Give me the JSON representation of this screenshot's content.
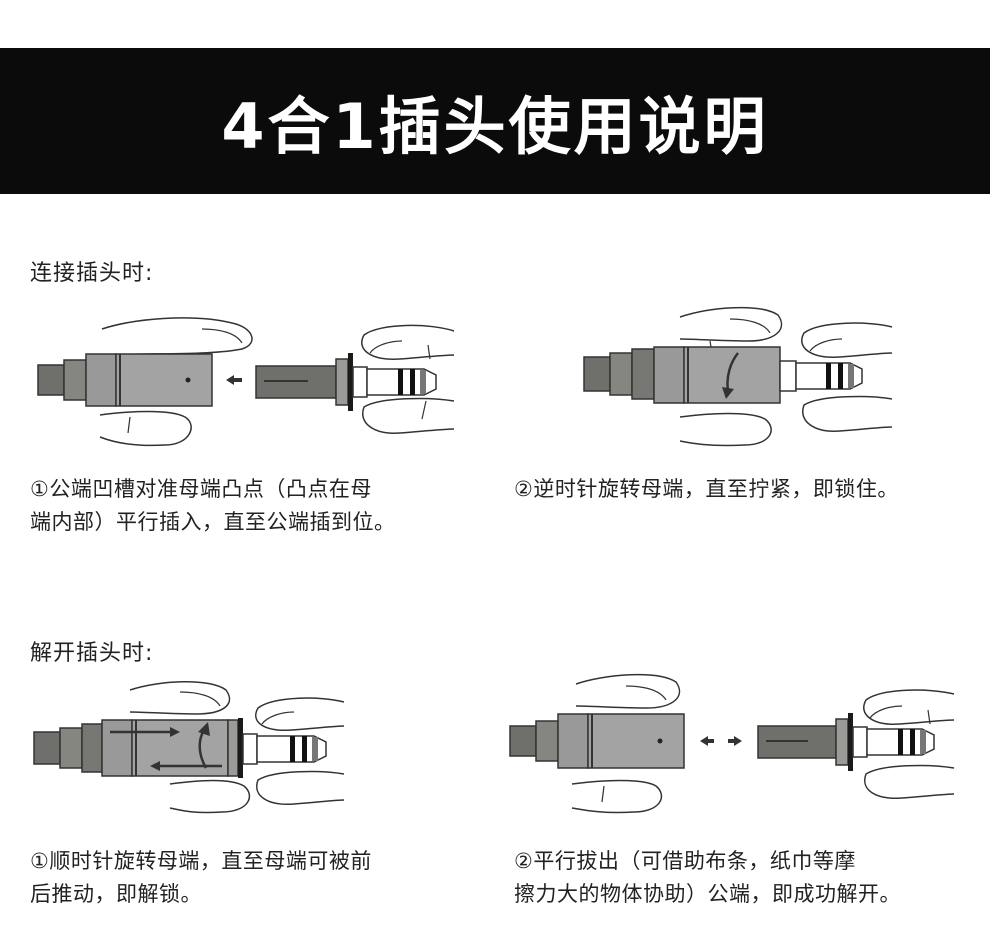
{
  "header": {
    "title": "4合1插头使用说明"
  },
  "connect": {
    "heading": "连接插头时:",
    "step1": {
      "line1": "①公端凹槽对准母端凸点（凸点在母",
      "line2": "端内部）平行插入，直至公端插到位。"
    },
    "step2": {
      "line1": "②逆时针旋转母端，直至拧紧，即锁住。"
    }
  },
  "release": {
    "heading": "解开插头时:",
    "step1": {
      "line1": "①顺时针旋转母端，直至母端可被前",
      "line2": "后推动，即解锁。"
    },
    "step2": {
      "line1": "②平行拔出（可借助布条，纸巾等摩",
      "line2": "擦力大的物体协助）公端，即成功解开。"
    }
  },
  "colors": {
    "banner": "#0b0b0b",
    "metal": "#a3a3a3",
    "dark_metal": "#6f706b",
    "outline": "#333333"
  },
  "icons": [
    "hand-outline",
    "arrow-left",
    "arrow-right",
    "curved-arrow",
    "straight-arrow"
  ]
}
